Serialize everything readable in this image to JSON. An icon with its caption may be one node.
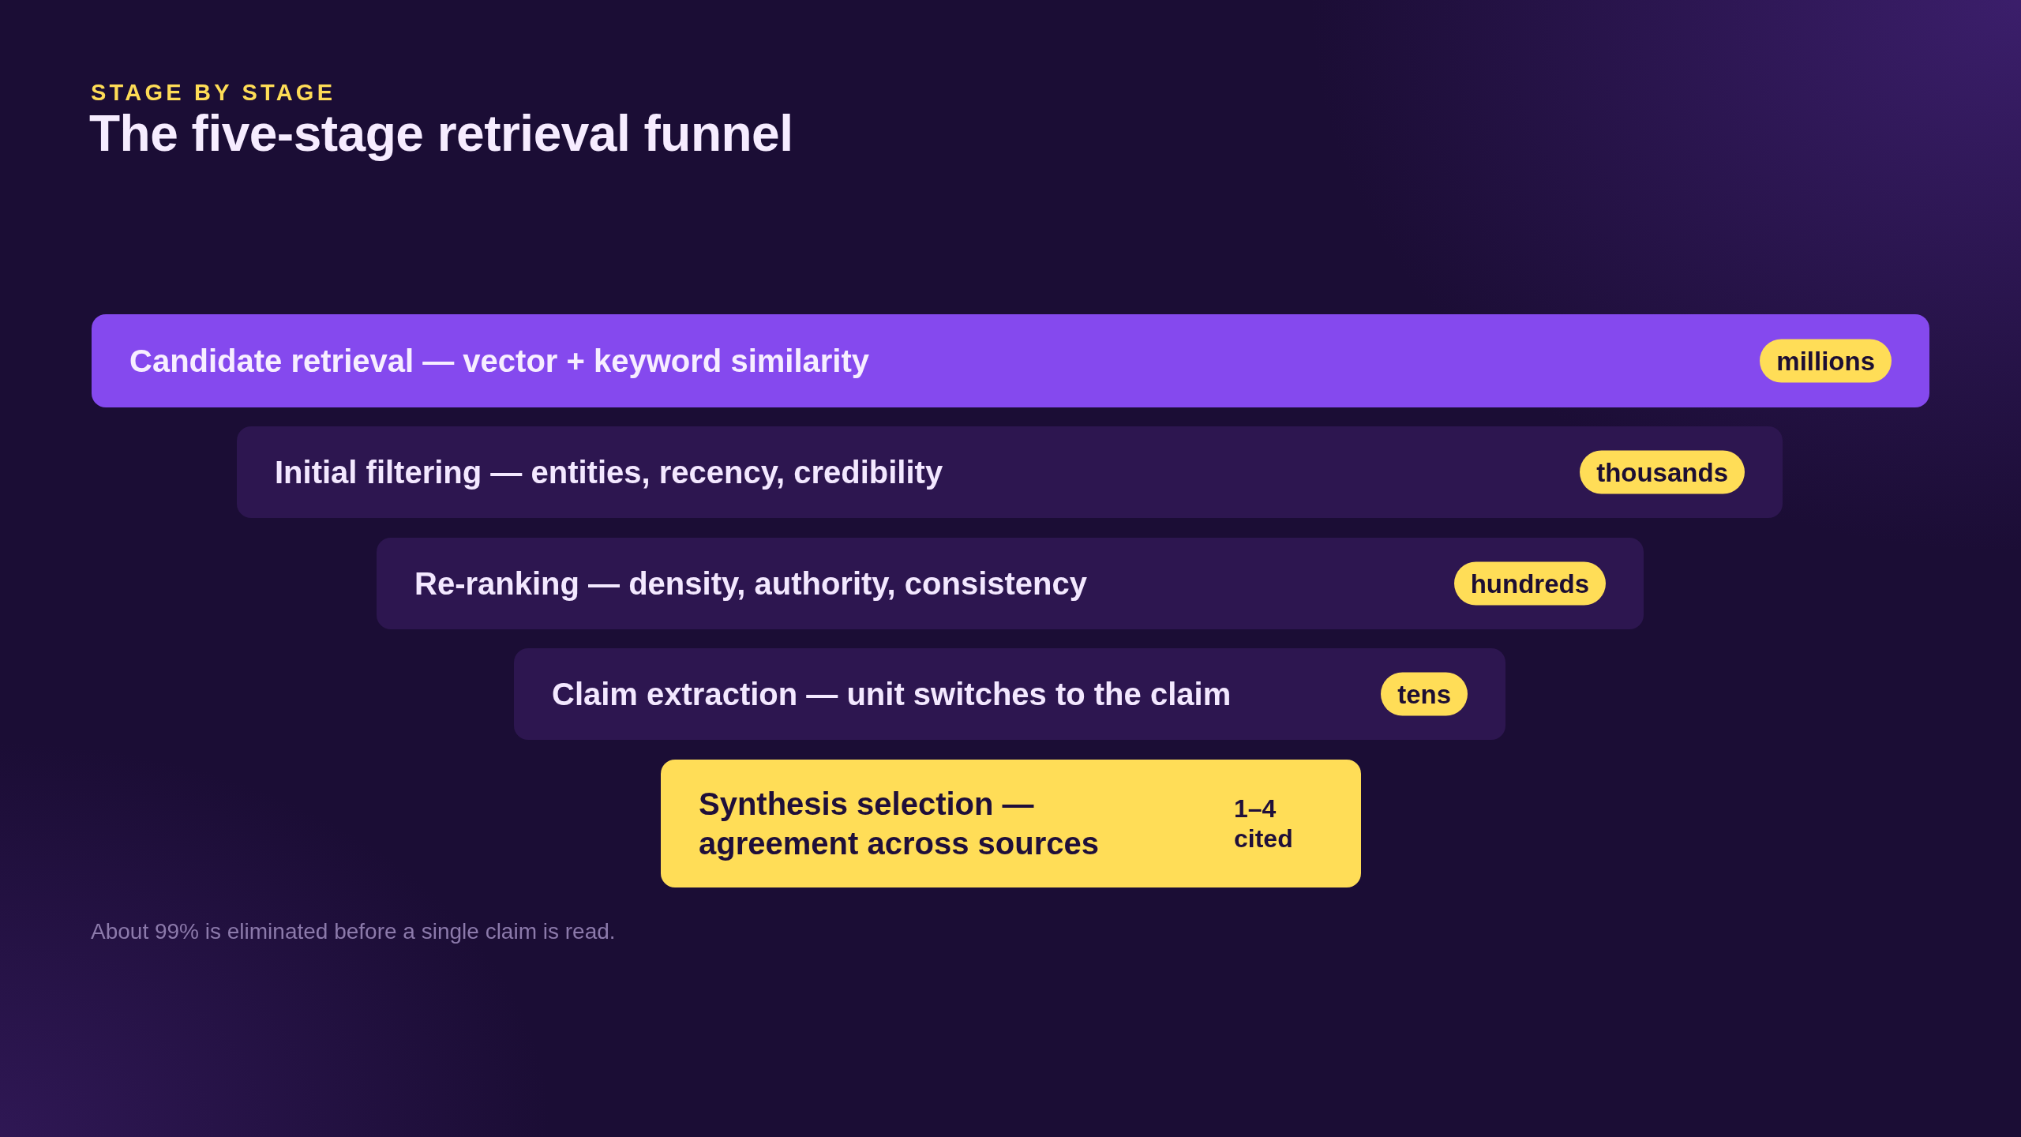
{
  "diagram": {
    "title": "The five-stage retrieval funnel",
    "caption": "About 99% is eliminated before a single claim is read.",
    "nodes": [
      {
        "text": [
          "Candidate retrieval — vector + keyword similarity"
        ]
      },
      {
        "text": [
          "millions"
        ],
        "in": 0
      },
      {
        "text": [
          "Initial filtering — entities, recency, credibility"
        ]
      },
      {
        "text": [
          "thousands"
        ],
        "in": 2
      },
      {
        "text": [
          "Re-ranking — density, authority, consistency"
        ]
      },
      {
        "text": [
          "hundreds"
        ],
        "in": 4
      },
      {
        "text": [
          "Claim extraction — unit switches to the claim"
        ]
      },
      {
        "text": [
          "tens"
        ],
        "in": 6
      },
      {
        "text": [
          "Synthesis selection — agreement across sources",
          "1–4 cited"
        ]
      }
    ],
    "labels": [
      "STAGE BY STAGE"
    ]
  }
}
